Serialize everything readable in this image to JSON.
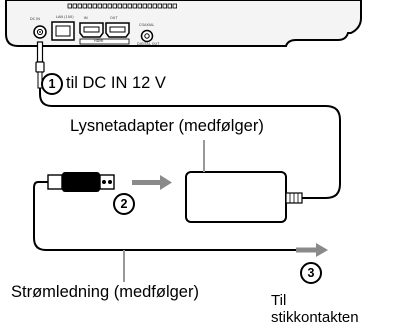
{
  "steps": {
    "step1_number": "1",
    "step1_text": "til DC IN 12 V",
    "step2_number": "2",
    "step3_number": "3"
  },
  "labels": {
    "adapter": "Lysnetadapter (medfølger)",
    "power_cord": "Strømledning (medfølger)",
    "outlet_line1": "Til",
    "outlet_line2": "stikkontakten"
  },
  "device_panel": {
    "dc_in": "DC IN",
    "lan": "LAN (100)",
    "hdmi_logo": "HDMI",
    "hdmi_in": "IN",
    "hdmi_out": "OUT",
    "coaxial": "COAXIAL",
    "digital_out": "DIGITAL OUT"
  },
  "colors": {
    "line": "#000000",
    "arrow_gray": "#8a8a8a",
    "device_fill": "#f4f4f4",
    "label_line": "#999999"
  }
}
